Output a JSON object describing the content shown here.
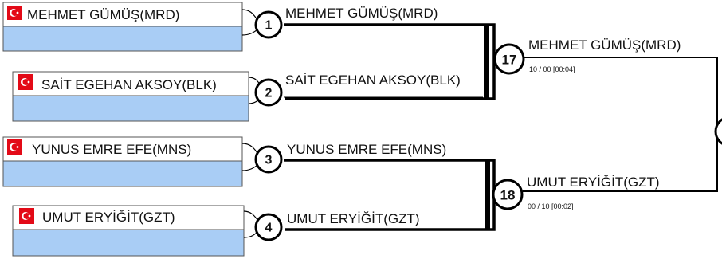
{
  "bracket": {
    "entries": [
      {
        "name": "MEHMET GÜMÜŞ(MRD)",
        "match_number": "1"
      },
      {
        "name": "SAİT EGEHAN AKSOY(BLK)",
        "match_number": "2"
      },
      {
        "name": "YUNUS EMRE EFE(MNS)",
        "match_number": "3"
      },
      {
        "name": "UMUT ERYİĞİT(GZT)",
        "match_number": "4"
      }
    ],
    "round1_winners": [
      "MEHMET GÜMÜŞ(MRD)",
      "SAİT EGEHAN AKSOY(BLK)",
      "YUNUS EMRE EFE(MNS)",
      "UMUT ERYİĞİT(GZT)"
    ],
    "semifinals": [
      {
        "match_number": "17",
        "winner": "MEHMET GÜMÜŞ(MRD)",
        "score": "10 / 00 [00:04]"
      },
      {
        "match_number": "18",
        "winner": "UMUT ERYİĞİT(GZT)",
        "score": "00 / 10 [00:02]"
      }
    ]
  },
  "colors": {
    "flag_red": "#e30a17",
    "box_blue": "#a9cdf5",
    "box_border": "#555555",
    "line": "#000000"
  },
  "icons": {
    "flag": "turkey-flag-icon"
  }
}
